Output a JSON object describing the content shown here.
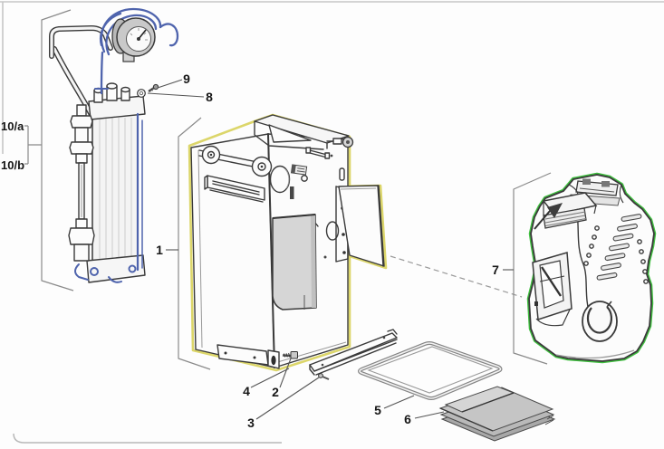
{
  "diagram": {
    "type": "exploded-parts-diagram",
    "description": "Exploded spare-parts drawing: blue-highlighted hand pump with pressure gauge (left), yellow-highlighted sheet-metal main frame (center), green-highlighted molded protective cover (right), with mounting rail, wire tray, folded sheets and fasteners",
    "colors": {
      "pump_highlight": "#4f64ad",
      "frame_highlight": "#dcd66a",
      "cover_highlight": "#3fbf3f",
      "linework": "#3a3a3a"
    },
    "callouts": [
      {
        "label": "1",
        "part": "main-frame-plate"
      },
      {
        "label": "2",
        "part": "fixing-screw-upper"
      },
      {
        "label": "3",
        "part": "fixing-screw-lower"
      },
      {
        "label": "4",
        "part": "foot-bracket-slot"
      },
      {
        "label": "5",
        "part": "wire-tray"
      },
      {
        "label": "6",
        "part": "folded-sheets"
      },
      {
        "label": "7",
        "part": "protective-cover"
      },
      {
        "label": "8",
        "part": "washer"
      },
      {
        "label": "9",
        "part": "screw"
      },
      {
        "label": "10/a",
        "part": "pump-assembly-upper"
      },
      {
        "label": "10/b",
        "part": "pump-assembly-lower"
      }
    ]
  }
}
